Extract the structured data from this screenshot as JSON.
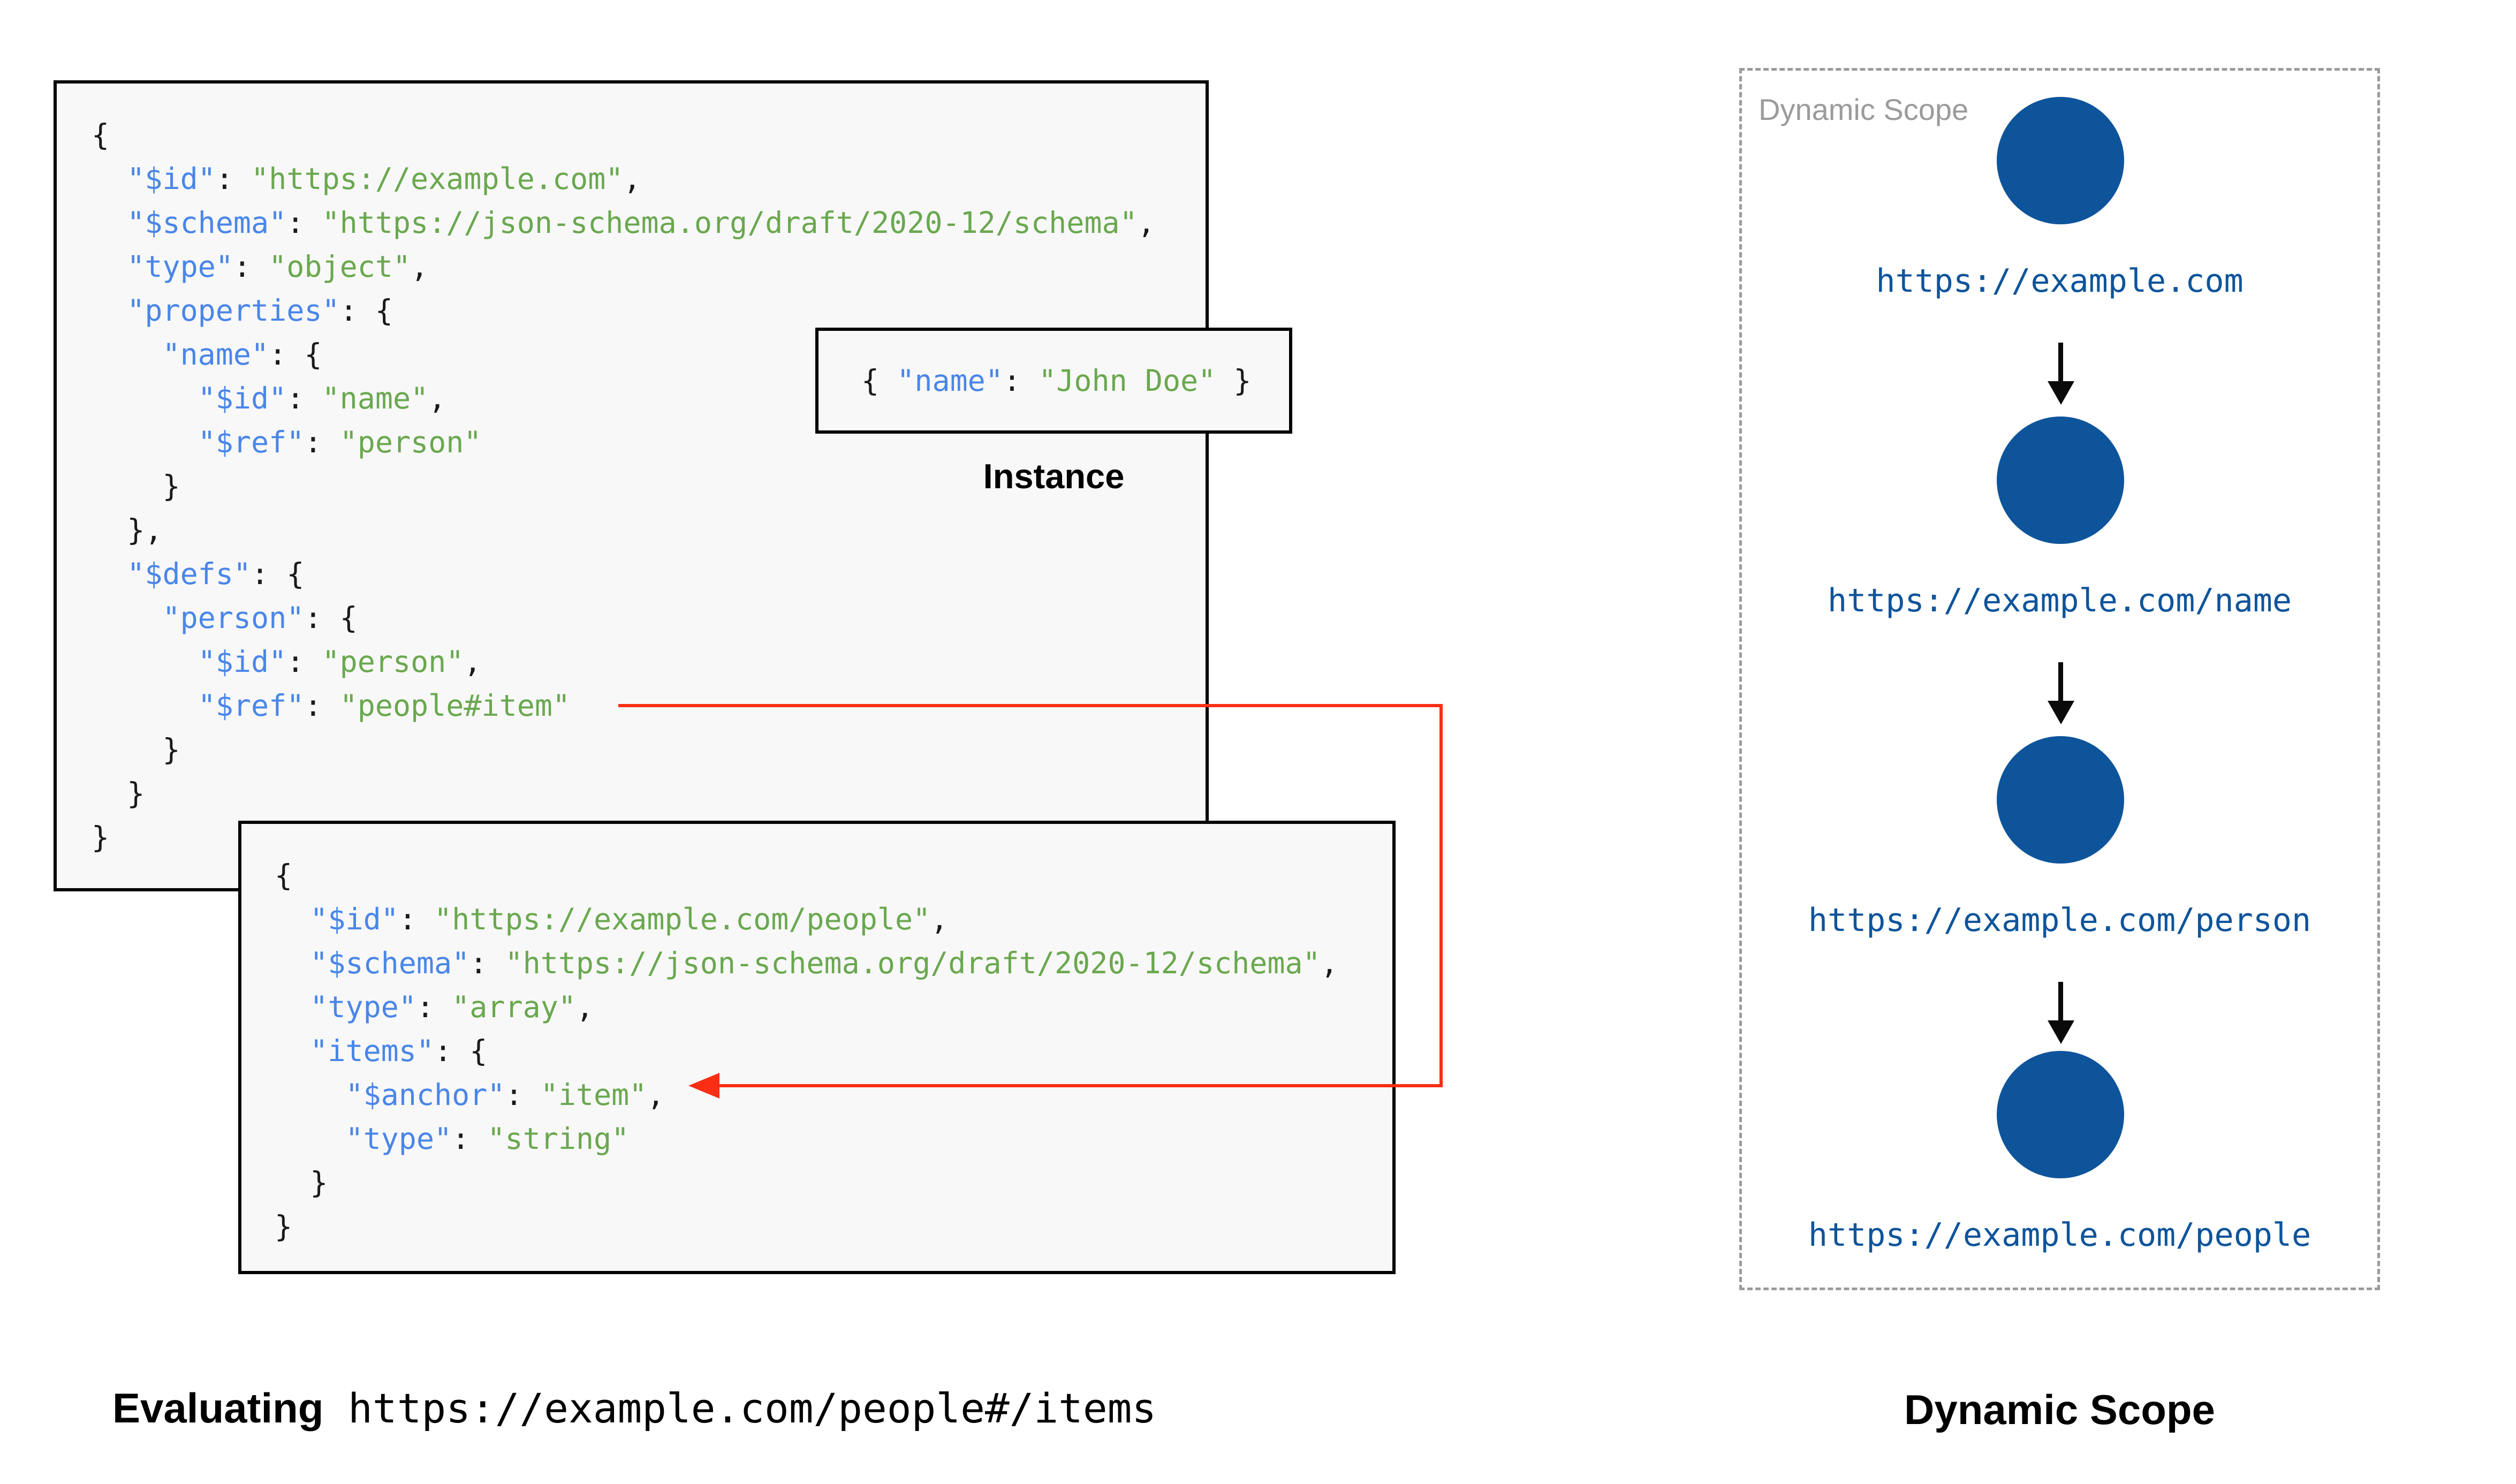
{
  "colors": {
    "key": "#4a86e8",
    "string": "#6aa84f",
    "plain": "#1a1a1a",
    "red": "#fa2e14",
    "node": "#0e549b",
    "label_gray": "#9b9b9b",
    "box_fill": "#f8f8f8",
    "border": "#000000"
  },
  "schema_box_1": {
    "lines": [
      [
        [
          "p",
          "{"
        ]
      ],
      [
        [
          "p",
          "  "
        ],
        [
          "k",
          "\"$id\""
        ],
        [
          "p",
          ": "
        ],
        [
          "s",
          "\"https://example.com\""
        ],
        [
          "p",
          ","
        ]
      ],
      [
        [
          "p",
          "  "
        ],
        [
          "k",
          "\"$schema\""
        ],
        [
          "p",
          ": "
        ],
        [
          "s",
          "\"https://json-schema.org/draft/2020-12/schema\""
        ],
        [
          "p",
          ","
        ]
      ],
      [
        [
          "p",
          "  "
        ],
        [
          "k",
          "\"type\""
        ],
        [
          "p",
          ": "
        ],
        [
          "s",
          "\"object\""
        ],
        [
          "p",
          ","
        ]
      ],
      [
        [
          "p",
          "  "
        ],
        [
          "k",
          "\"properties\""
        ],
        [
          "p",
          ": {"
        ]
      ],
      [
        [
          "p",
          "    "
        ],
        [
          "k",
          "\"name\""
        ],
        [
          "p",
          ": {"
        ]
      ],
      [
        [
          "p",
          "      "
        ],
        [
          "k",
          "\"$id\""
        ],
        [
          "p",
          ": "
        ],
        [
          "s",
          "\"name\""
        ],
        [
          "p",
          ","
        ]
      ],
      [
        [
          "p",
          "      "
        ],
        [
          "k",
          "\"$ref\""
        ],
        [
          "p",
          ": "
        ],
        [
          "s",
          "\"person\""
        ]
      ],
      [
        [
          "p",
          "    }"
        ]
      ],
      [
        [
          "p",
          "  },"
        ]
      ],
      [
        [
          "p",
          "  "
        ],
        [
          "k",
          "\"$defs\""
        ],
        [
          "p",
          ": {"
        ]
      ],
      [
        [
          "p",
          "    "
        ],
        [
          "k",
          "\"person\""
        ],
        [
          "p",
          ": {"
        ]
      ],
      [
        [
          "p",
          "      "
        ],
        [
          "k",
          "\"$id\""
        ],
        [
          "p",
          ": "
        ],
        [
          "s",
          "\"person\""
        ],
        [
          "p",
          ","
        ]
      ],
      [
        [
          "p",
          "      "
        ],
        [
          "k",
          "\"$ref\""
        ],
        [
          "p",
          ": "
        ],
        [
          "s",
          "\"people#item\""
        ]
      ],
      [
        [
          "p",
          "    }"
        ]
      ],
      [
        [
          "p",
          "  }"
        ]
      ],
      [
        [
          "p",
          "}"
        ]
      ]
    ]
  },
  "schema_box_2": {
    "lines": [
      [
        [
          "p",
          "{"
        ]
      ],
      [
        [
          "p",
          "  "
        ],
        [
          "k",
          "\"$id\""
        ],
        [
          "p",
          ": "
        ],
        [
          "s",
          "\"https://example.com/people\""
        ],
        [
          "p",
          ","
        ]
      ],
      [
        [
          "p",
          "  "
        ],
        [
          "k",
          "\"$schema\""
        ],
        [
          "p",
          ": "
        ],
        [
          "s",
          "\"https://json-schema.org/draft/2020-12/schema\""
        ],
        [
          "p",
          ","
        ]
      ],
      [
        [
          "p",
          "  "
        ],
        [
          "k",
          "\"type\""
        ],
        [
          "p",
          ": "
        ],
        [
          "s",
          "\"array\""
        ],
        [
          "p",
          ","
        ]
      ],
      [
        [
          "p",
          "  "
        ],
        [
          "k",
          "\"items\""
        ],
        [
          "p",
          ": {"
        ]
      ],
      [
        [
          "p",
          "    "
        ],
        [
          "k",
          "\"$anchor\""
        ],
        [
          "p",
          ": "
        ],
        [
          "s",
          "\"item\""
        ],
        [
          "p",
          ","
        ]
      ],
      [
        [
          "p",
          "    "
        ],
        [
          "k",
          "\"type\""
        ],
        [
          "p",
          ": "
        ],
        [
          "s",
          "\"string\""
        ]
      ],
      [
        [
          "p",
          "  }"
        ]
      ],
      [
        [
          "p",
          "}"
        ]
      ]
    ]
  },
  "instance": {
    "lines": [
      [
        [
          "p",
          "{ "
        ],
        [
          "k",
          "\"name\""
        ],
        [
          "p",
          ": "
        ],
        [
          "s",
          "\"John Doe\""
        ],
        [
          "p",
          " }"
        ]
      ]
    ],
    "caption": "Instance"
  },
  "evaluating": {
    "label": "Evaluating",
    "uri": " https://example.com/people#/items"
  },
  "dynamic_scope": {
    "watermark": "Dynamic Scope",
    "caption": "Dynamic Scope",
    "nodes": [
      "https://example.com",
      "https://example.com/name",
      "https://example.com/person",
      "https://example.com/people"
    ]
  }
}
